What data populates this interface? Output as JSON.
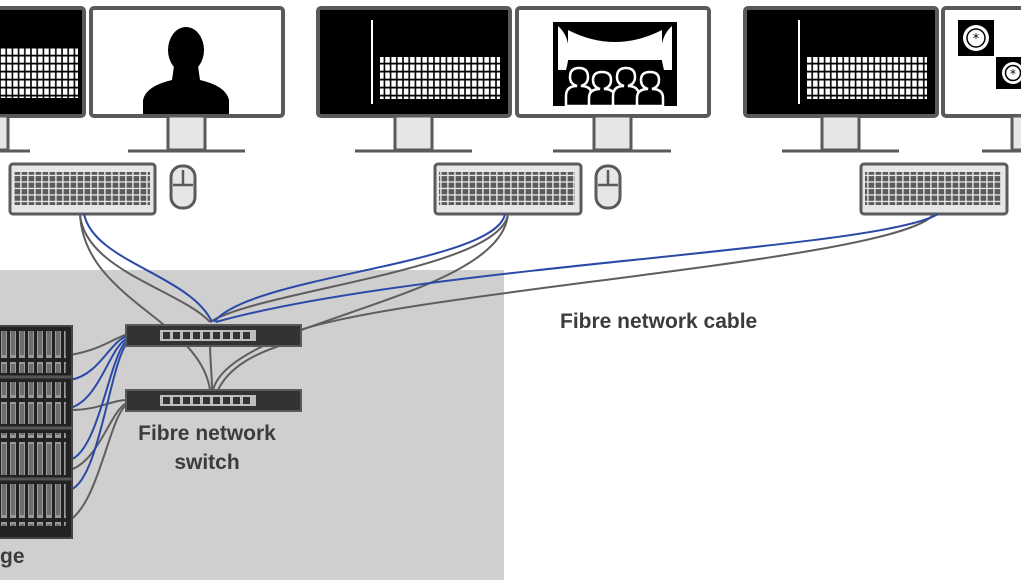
{
  "labels": {
    "switch_label_line1": "Fibre network",
    "switch_label_line2": "switch",
    "cable_label": "Fibre network cable",
    "storage_label_partial": "ge"
  },
  "colors": {
    "background": "#ffffff",
    "server_room_area": "#cfcfcf",
    "device_outline": "#5a5a5a",
    "screen_black": "#000000",
    "screen_white": "#ffffff",
    "device_grey": "#e6e6e6",
    "cable_blue": "#2b4aa8",
    "cable_grey": "#5e5e5e",
    "label_text": "#3c3c3c"
  },
  "workstations": [
    {
      "name": "workstation-1",
      "left_screen": "timeline-editor",
      "right_screen": "person-silhouette-icon",
      "has_mouse": true
    },
    {
      "name": "workstation-2",
      "left_screen": "timeline-editor",
      "right_screen": "theatre-audience-icon",
      "has_mouse": true
    },
    {
      "name": "workstation-3",
      "left_screen": "timeline-editor",
      "right_screen": "flower-pattern-icon",
      "has_mouse": false
    }
  ]
}
